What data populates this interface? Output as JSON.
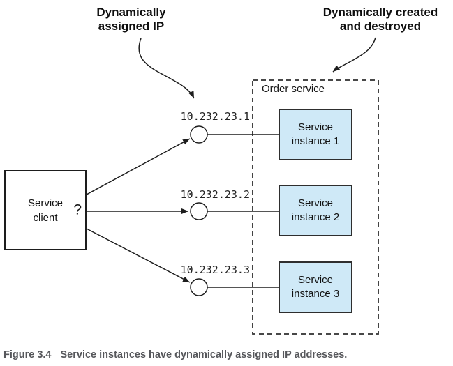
{
  "annotations": {
    "left_line1": "Dynamically",
    "left_line2": "assigned IP",
    "right_line1": "Dynamically created",
    "right_line2": "and destroyed"
  },
  "client": {
    "label_line1": "Service",
    "label_line2": "client",
    "question_mark": "?"
  },
  "order_service": {
    "label": "Order service"
  },
  "instances": [
    {
      "ip": "10.232.23.1",
      "label_line1": "Service",
      "label_line2": "instance 1"
    },
    {
      "ip": "10.232.23.2",
      "label_line1": "Service",
      "label_line2": "instance 2"
    },
    {
      "ip": "10.232.23.3",
      "label_line1": "Service",
      "label_line2": "instance 3"
    }
  ],
  "caption": {
    "label": "Figure 3.4",
    "text": "Service instances have dynamically assigned IP addresses."
  },
  "colors": {
    "instance_fill": "#cfe9f7",
    "line": "#1d1d1d",
    "dashed_border": "#2f2f2f",
    "caption_text": "#56575b",
    "annotation_text": "#0e0e0e"
  }
}
